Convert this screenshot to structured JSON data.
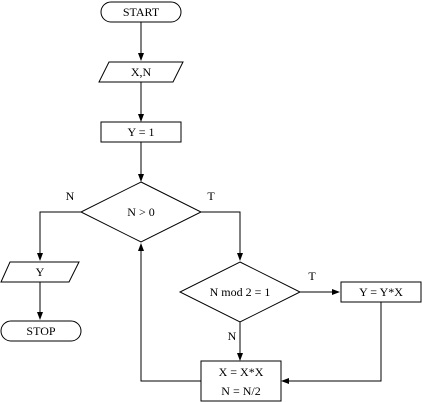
{
  "flowchart": {
    "nodes": {
      "start": "START",
      "input": "X,N",
      "init": "Y = 1",
      "loop_condition": "N > 0",
      "output": "Y",
      "stop": "STOP",
      "parity_condition": "N mod 2 = 1",
      "multiply_y": "Y = Y*X",
      "square_x": "X = X*X",
      "halve_n": "N = N/2"
    },
    "labels": {
      "loop_false": "N",
      "loop_true": "T",
      "parity_true": "T",
      "parity_false": "N"
    }
  }
}
